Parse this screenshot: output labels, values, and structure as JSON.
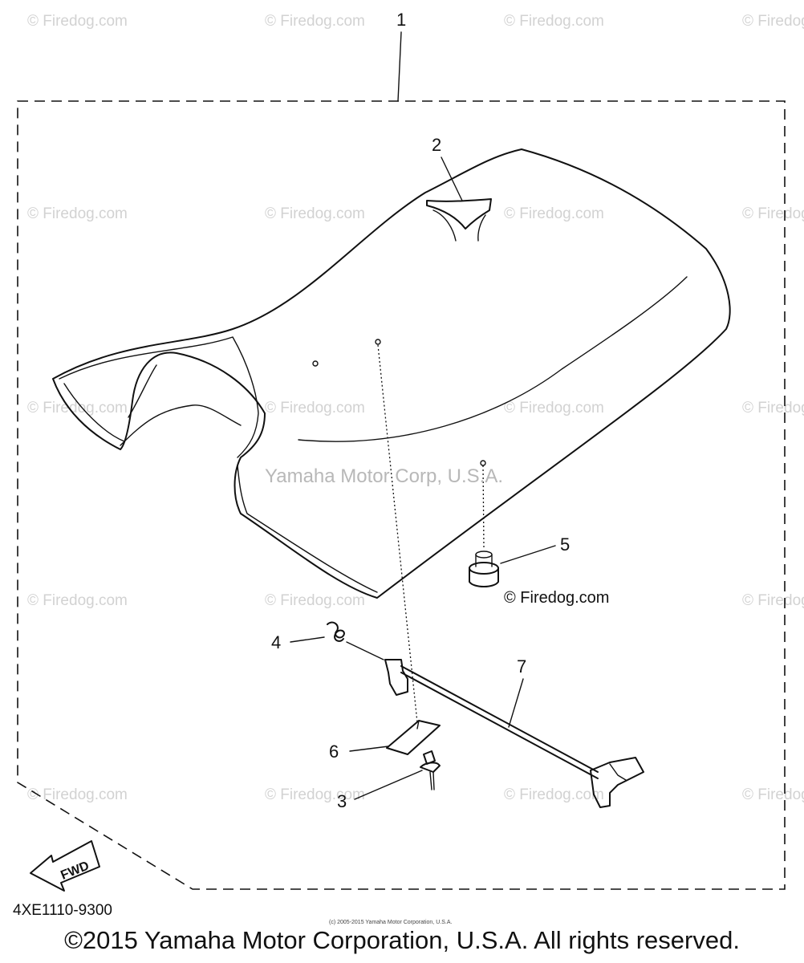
{
  "watermark": "© Firedog.com",
  "center_watermark": "Yamaha Motor Corp, U.S.A.",
  "firedog_label": "© Firedog.com",
  "callouts": [
    "1",
    "2",
    "3",
    "4",
    "5",
    "6",
    "7"
  ],
  "fwd_label": "FWD",
  "part_code": "4XE1110-9300",
  "small_copyright": "(c) 2005-2015 Yamaha Motor Corporation, U.S.A.",
  "copyright": "©2015 Yamaha Motor Corporation, U.S.A. All rights reserved."
}
